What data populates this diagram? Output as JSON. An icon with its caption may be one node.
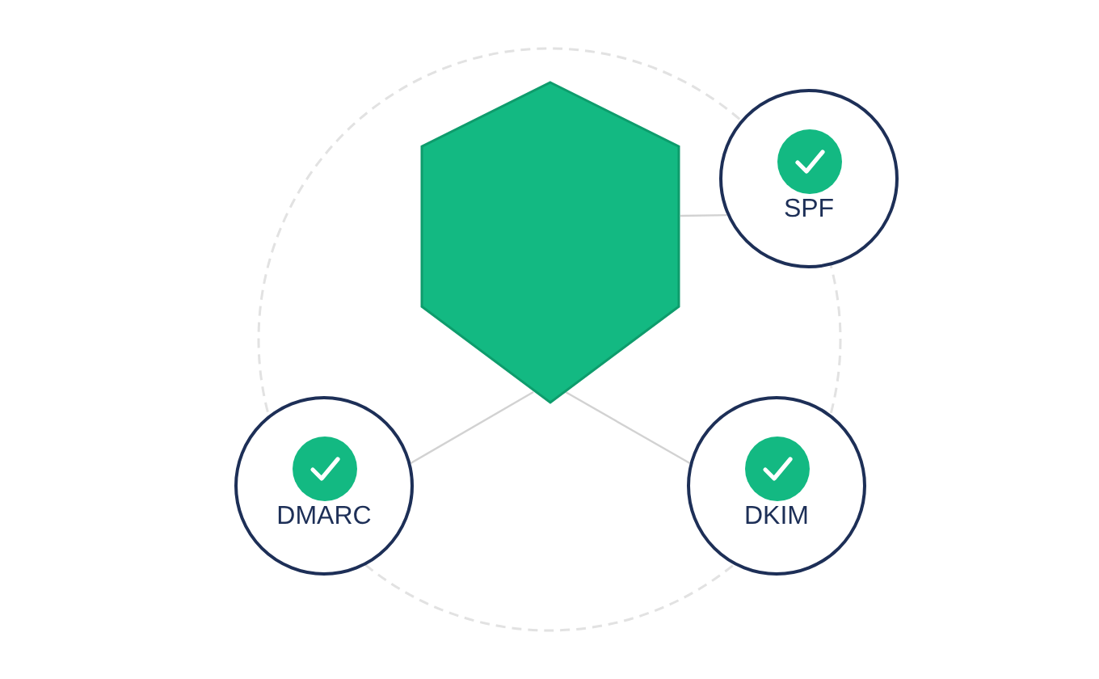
{
  "diagram": {
    "nodes": [
      {
        "text": [],
        "shape": "hexagon"
      },
      {
        "text": [
          "SPF"
        ]
      },
      {
        "text": [
          "DMARC"
        ]
      },
      {
        "text": [
          "DKIM"
        ]
      }
    ],
    "edges": [
      {
        "from": 0,
        "to": 1,
        "arrow": "none"
      },
      {
        "from": 0,
        "to": 2,
        "arrow": "none"
      },
      {
        "from": 0,
        "to": 3,
        "arrow": "none"
      }
    ]
  }
}
